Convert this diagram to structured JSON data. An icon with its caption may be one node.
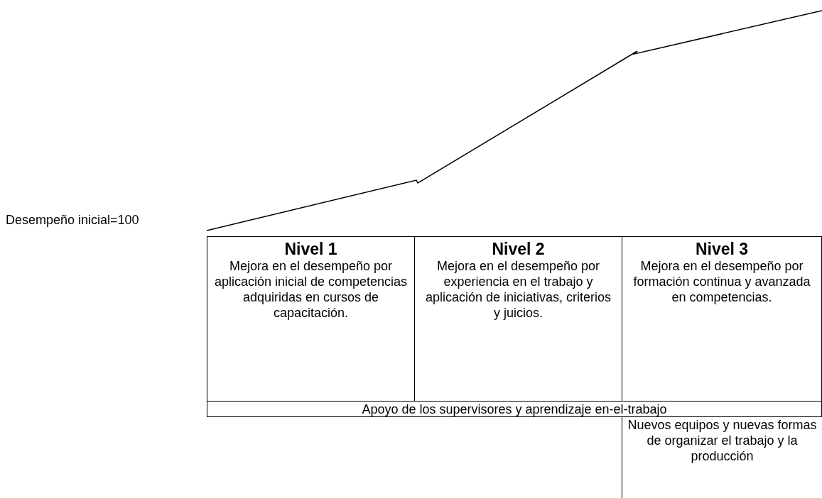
{
  "diagram": {
    "nodes": [
      {
        "text": [
          "Nivel 1",
          "Mejora en el desempeño por aplicación inicial de competencias adquiridas en cursos de capacitación."
        ]
      },
      {
        "text": [
          "Nivel 2",
          "Mejora en el desempeño por experiencia en el trabajo y aplicación de iniciativas, criterios y juicios."
        ]
      },
      {
        "text": [
          "Nivel 3",
          "Mejora en el desempeño por formación continua y avanzada en competencias."
        ]
      },
      {
        "text": [
          "Apoyo de los supervisores y aprendizaje en-el-trabajo"
        ]
      },
      {
        "text": [
          "Nuevos equipos y nuevas formas de organizar el trabajo y la producción"
        ]
      }
    ],
    "edges": [],
    "labels": [
      "Desempeño inicial=100"
    ]
  }
}
